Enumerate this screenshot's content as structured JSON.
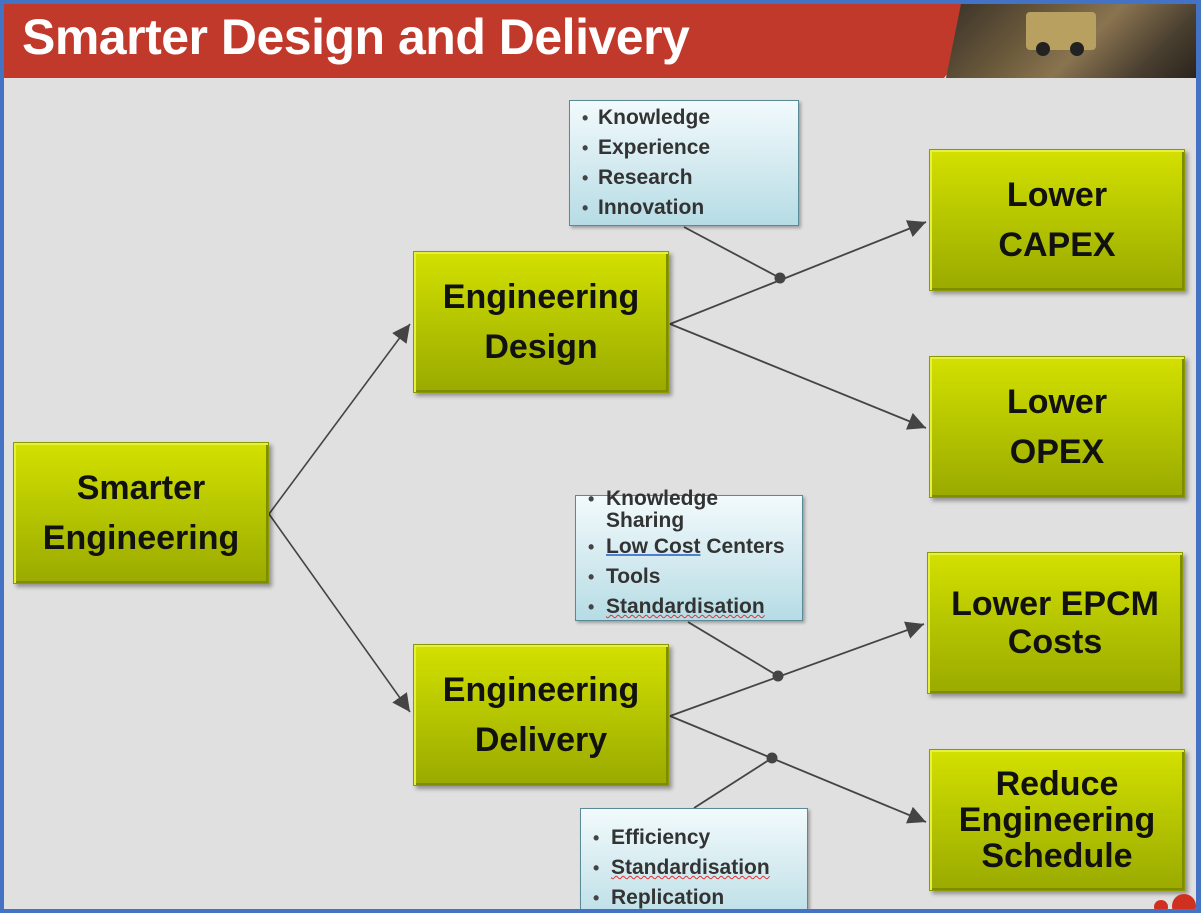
{
  "title": "Smarter Design and Delivery",
  "colors": {
    "title_bar": "#c0392b",
    "box_fill": "#b8c800",
    "note_fill": "#cfe8ee",
    "connector": "#444444",
    "frame": "#4472c4"
  },
  "nodes": {
    "root": {
      "lines": [
        "Smarter",
        "Engineering"
      ]
    },
    "design": {
      "lines": [
        "Engineering",
        "Design"
      ]
    },
    "delivery": {
      "lines": [
        "Engineering",
        "Delivery"
      ]
    },
    "capex": {
      "lines": [
        "Lower",
        "CAPEX"
      ]
    },
    "opex": {
      "lines": [
        "Lower",
        "OPEX"
      ]
    },
    "epcm": {
      "lines": [
        "Lower EPCM",
        "Costs"
      ]
    },
    "schedule": {
      "lines": [
        "Reduce",
        "Engineering",
        "Schedule"
      ]
    }
  },
  "notes": {
    "design_inputs": [
      "Knowledge",
      "Experience",
      "Research",
      "Innovation"
    ],
    "delivery_inputs": [
      "Knowledge Sharing",
      "Low Cost Centers",
      "Tools",
      "Standardisation"
    ],
    "schedule_inputs": [
      "Efficiency",
      "Standardisation",
      "Replication"
    ]
  },
  "notes_split": {
    "ks_line1": "Knowledge",
    "ks_line2": "Sharing",
    "lcc_underlined": "Low Cost",
    "lcc_rest": " Centers"
  }
}
